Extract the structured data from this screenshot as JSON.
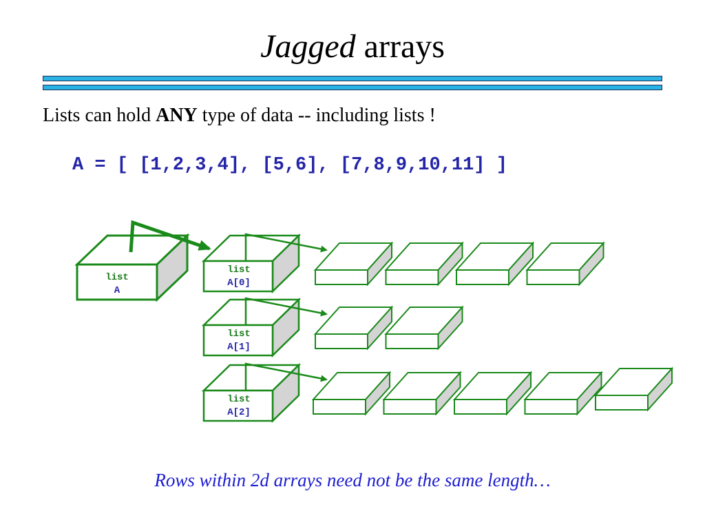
{
  "slide": {
    "title_italic": "Jagged",
    "title_rest": " arrays",
    "intro_before": "Lists can hold ",
    "intro_bold": "ANY",
    "intro_after": " type of data -- including lists !",
    "code": "A = [ [1,2,3,4], [5,6], [7,8,9,10,11] ]",
    "caption": "Rows within 2d arrays need not be the same length…"
  },
  "diagram": {
    "outer": {
      "line1": "list",
      "line2": "A"
    },
    "rows": [
      {
        "line1": "list",
        "line2": "A[0]",
        "cells": 4
      },
      {
        "line1": "list",
        "line2": "A[1]",
        "cells": 2
      },
      {
        "line1": "list",
        "line2": "A[2]",
        "cells": 5
      }
    ],
    "colors": {
      "green": "#1a8a1a",
      "side": "#d4d4d4",
      "label1": "#1a7a1a",
      "label2": "#2424a8"
    }
  }
}
